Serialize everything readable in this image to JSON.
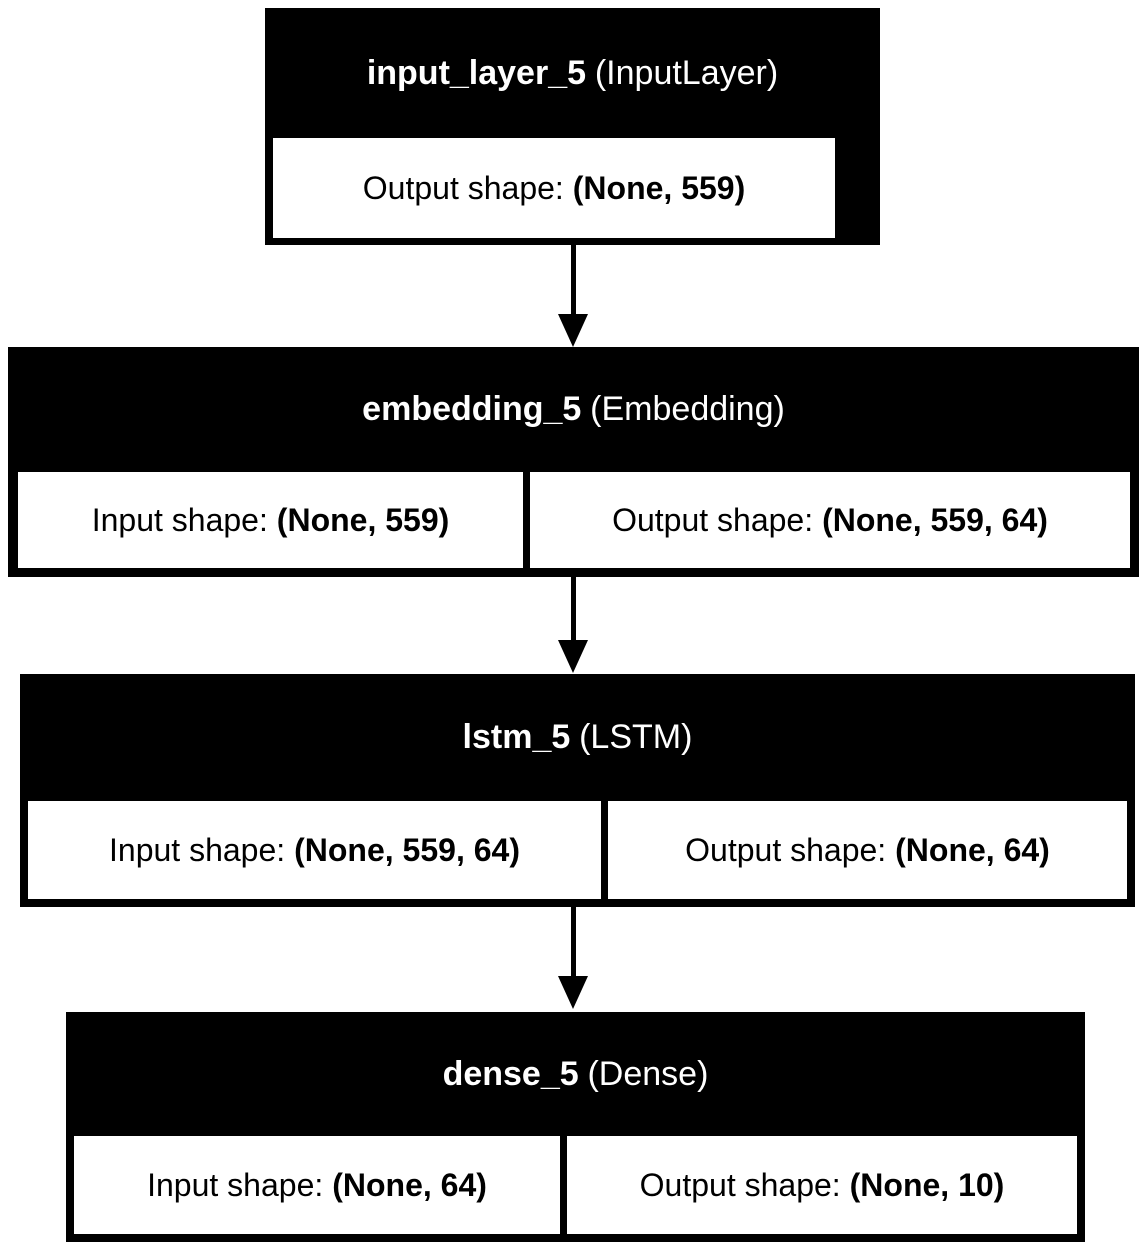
{
  "diagram_type": "keras-model-plot",
  "nodes": [
    {
      "name": "input_layer_5",
      "type": "(InputLayer)",
      "cells": [
        {
          "label": "Output shape:",
          "value": "(None, 559)"
        }
      ]
    },
    {
      "name": "embedding_5",
      "type": "(Embedding)",
      "cells": [
        {
          "label": "Input shape:",
          "value": "(None, 559)"
        },
        {
          "label": "Output shape:",
          "value": "(None, 559, 64)"
        }
      ]
    },
    {
      "name": "lstm_5",
      "type": "(LSTM)",
      "cells": [
        {
          "label": "Input shape:",
          "value": "(None, 559, 64)"
        },
        {
          "label": "Output shape:",
          "value": "(None, 64)"
        }
      ]
    },
    {
      "name": "dense_5",
      "type": "(Dense)",
      "cells": [
        {
          "label": "Input shape:",
          "value": "(None, 64)"
        },
        {
          "label": "Output shape:",
          "value": "(None, 10)"
        }
      ]
    }
  ],
  "colors": {
    "node_bg": "#000000",
    "node_text": "#ffffff",
    "cell_bg": "#ffffff",
    "cell_text": "#000000",
    "background": "#ffffff",
    "edge": "#000000"
  }
}
